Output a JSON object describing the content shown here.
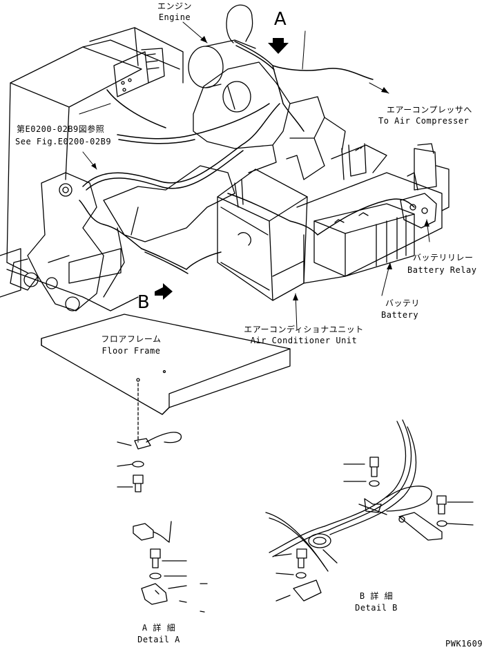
{
  "labels": {
    "engine_jp": "エンジン",
    "engine_en": "Engine",
    "to_air_compressor_jp": "エアーコンプレッサへ",
    "to_air_compressor_en": "To Air Compresser",
    "see_fig_jp": "第E0200-02B9図参照",
    "see_fig_en": "See Fig.E0200-02B9",
    "battery_relay_jp": "バッテリリレー",
    "battery_relay_en": "Battery Relay",
    "battery_jp": "バッテリ",
    "battery_en": "Battery",
    "air_con_jp": "エアーコンディショナユニット",
    "air_con_en": "Air Conditioner Unit",
    "floor_frame_jp": "フロアフレーム",
    "floor_frame_en": "Floor Frame",
    "detail_a_jp": "A 詳 細",
    "detail_a_en": "Detail A",
    "detail_b_jp": "B 詳 細",
    "detail_b_en": "Detail B",
    "view_a": "A",
    "view_b": "B",
    "drawing_no": "PWK1609"
  }
}
